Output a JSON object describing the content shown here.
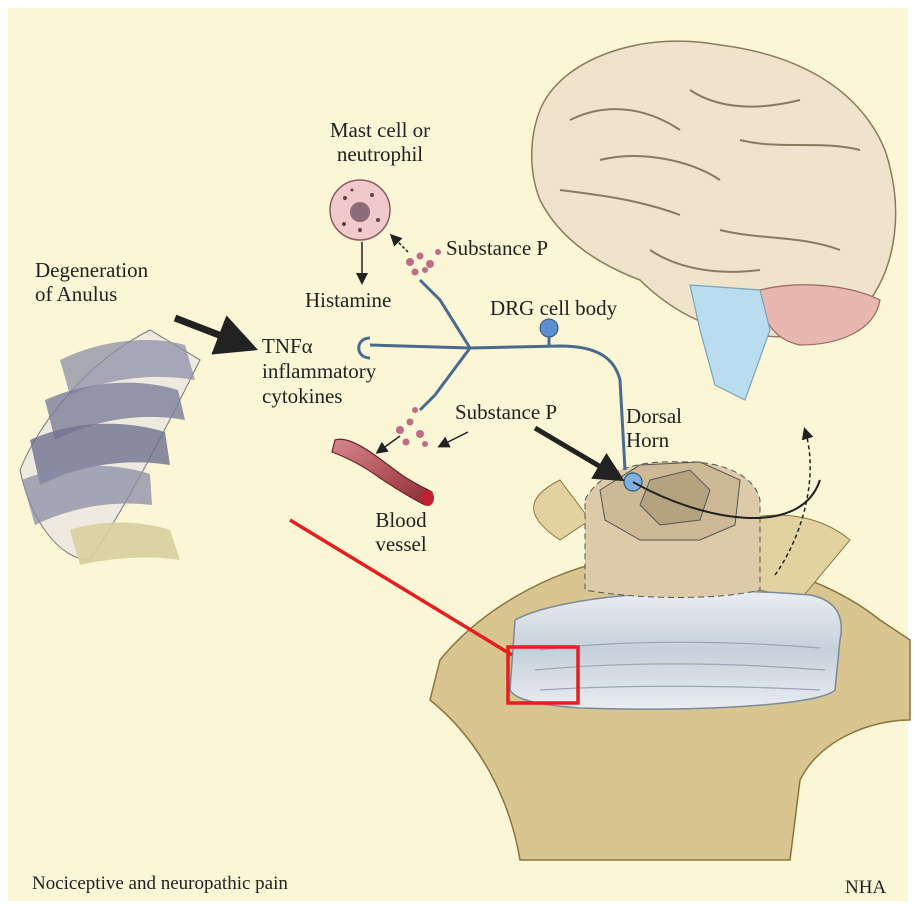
{
  "labels": {
    "mast_cell": [
      "Mast cell or",
      "neutrophil"
    ],
    "histamine": "Histamine",
    "substance_p_top": "Substance P",
    "degeneration": [
      "Degeneration",
      "of Anulus"
    ],
    "drg_cell_body": "DRG cell body",
    "tnf": [
      "TNFα",
      "inflammatory",
      "cytokines"
    ],
    "substance_p_mid": "Substance P",
    "dorsal_horn": [
      "Dorsal",
      "Horn"
    ],
    "blood_vessel": [
      "Blood",
      "vessel"
    ],
    "caption": "Nociceptive and neuropathic pain",
    "credit": "NHA"
  },
  "colors": {
    "background": "#fbf6d5",
    "nerve": "#4a6a8f",
    "bone": "#d9c58f",
    "brain": "#efe3cc",
    "highlight": "#e41f1f",
    "vessel": "#b0404a"
  }
}
